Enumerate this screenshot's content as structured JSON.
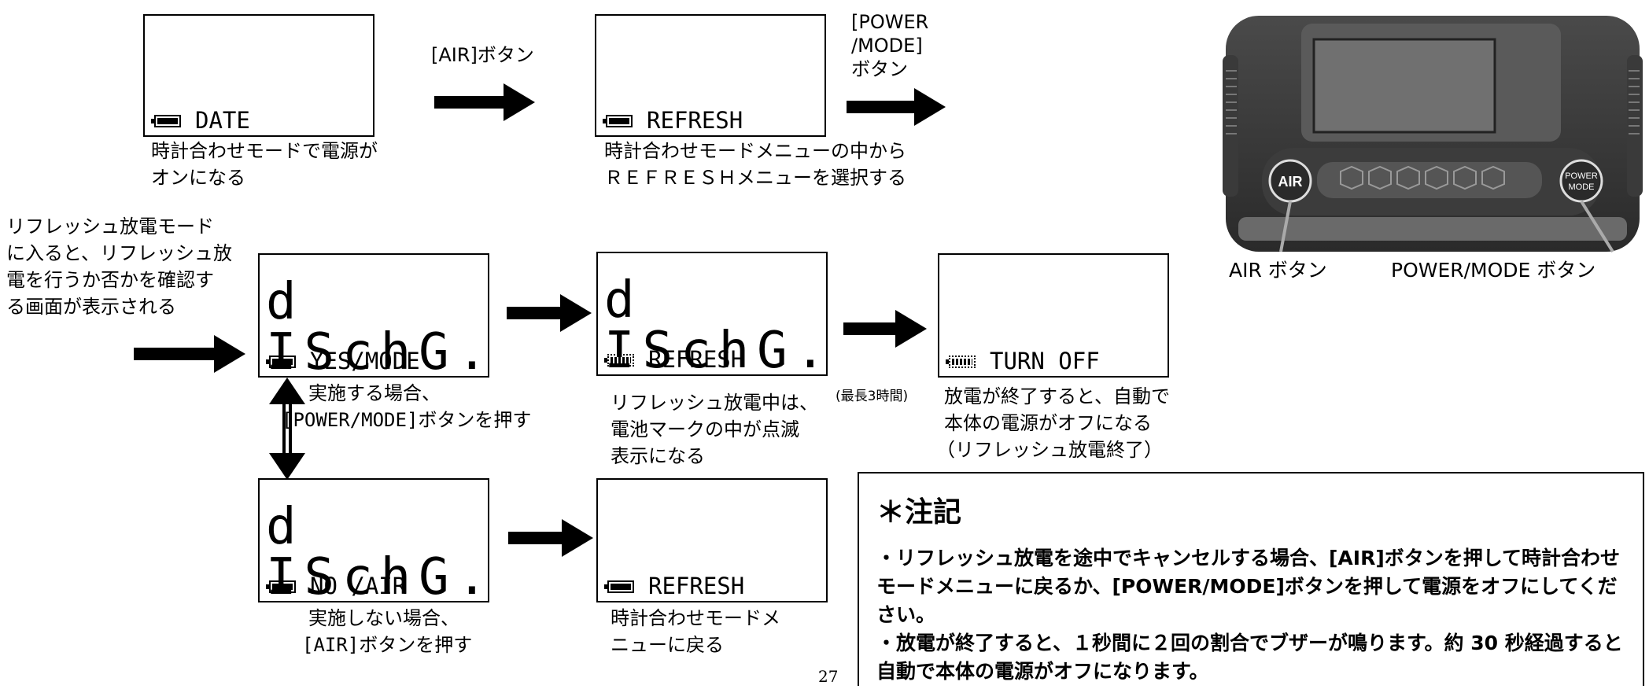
{
  "screens": {
    "date": {
      "bottom": "DATE"
    },
    "refresh_top": {
      "bottom": "REFRESH"
    },
    "dischg_yes": {
      "big": "d ISchG.",
      "bottom": "YES/MODE"
    },
    "dischg_refresh": {
      "big": "d ISchG.",
      "bottom": "REFRESH"
    },
    "turn_off": {
      "bottom": "TURN OFF"
    },
    "dischg_no": {
      "big": "d ISchG.",
      "bottom": "NO /AIR"
    },
    "refresh_back": {
      "bottom": "REFRESH"
    }
  },
  "labels": {
    "air_arrow": "[AIR]ボタン",
    "power_arrow_1": "[POWER",
    "power_arrow_2": "/MODE]",
    "power_arrow_3": "ボタン",
    "date_caption_1": "時計合わせモードで電源が",
    "date_caption_2": "オンになる",
    "refresh_caption_1": "時計合わせモードメニューの中から",
    "refresh_caption_2": "ＲＥＦＲＥＳＨメニューを選択する",
    "intro_1": "リフレッシュ放電モード",
    "intro_2": "に入ると、リフレッシュ放",
    "intro_3": "電を行うか否かを確認す",
    "intro_4": "る画面が表示される",
    "max3h": "(最長3時間)",
    "yes_caption_1": "実施する場合、",
    "yes_caption_2": "[POWER/MODE]ボタンを押す",
    "discharging_1": "リフレッシュ放電中は、",
    "discharging_2": "電池マークの中が点滅",
    "discharging_3": "表示になる",
    "off_caption_1": "放電が終了すると、自動で",
    "off_caption_2": "本体の電源がオフになる",
    "off_caption_3": "（リフレッシュ放電終了）",
    "no_caption_1": "実施しない場合、",
    "no_caption_2": "[AIR]ボタンを押す",
    "back_caption_1": "時計合わせモードメ",
    "back_caption_2": "ニューに戻る",
    "page_number": "27"
  },
  "device": {
    "air_button": "AIR",
    "power_button_1": "POWER",
    "power_button_2": "MODE",
    "air_label": "AIR ボタン",
    "power_label": "POWER/MODE ボタン"
  },
  "note": {
    "title": "＊注記",
    "item1": "・リフレッシュ放電を途中でキャンセルする場合、[AIR]ボタンを押して時計合わせモードメニューに戻るか、[POWER/MODE]ボタンを押して電源をオフにしてください。",
    "item2": "・放電が終了すると、１秒間に２回の割合でブザーが鳴ります。約 30 秒経過すると自動で本体の電源がオフになります。"
  }
}
